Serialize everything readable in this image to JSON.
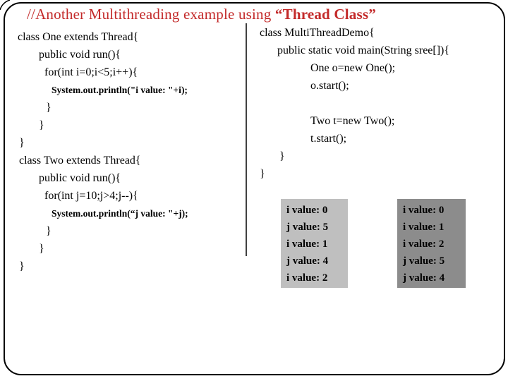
{
  "slide": {
    "title": {
      "prefix": "//Another Multithreading example using ",
      "emphasis": "“Thread Class”"
    },
    "accent_color": "#c32a2a",
    "border_color": "#000000"
  },
  "left_code": {
    "lines": [
      {
        "text": "class One extends Thread{",
        "indent": 0,
        "small": false
      },
      {
        "text": "public void run(){",
        "indent": 30,
        "small": false
      },
      {
        "text": "for(int i=0;i<5;i++){",
        "indent": 38,
        "small": false
      },
      {
        "text": "System.out.println(\"i value: \"+i);",
        "indent": 48,
        "small": true
      },
      {
        "text": "}",
        "indent": 40,
        "small": false
      },
      {
        "text": "}",
        "indent": 30,
        "small": false
      },
      {
        "text": "}",
        "indent": 2,
        "small": false
      },
      {
        "text": "class Two extends Thread{",
        "indent": 2,
        "small": false
      },
      {
        "text": "public void run(){",
        "indent": 30,
        "small": false
      },
      {
        "text": "for(int j=10;j>4;j--){",
        "indent": 38,
        "small": false
      },
      {
        "text": "System.out.println(“j value: \"+j);",
        "indent": 48,
        "small": true
      },
      {
        "text": "}",
        "indent": 40,
        "small": false
      },
      {
        "text": "}",
        "indent": 30,
        "small": false
      },
      {
        "text": "}",
        "indent": 2,
        "small": false
      }
    ]
  },
  "right_code": {
    "lines": [
      {
        "text": "class MultiThreadDemo{",
        "indent": 0,
        "small": false
      },
      {
        "text": "public static void main(String sree[]){",
        "indent": 25,
        "small": false
      },
      {
        "text": "One o=new One();",
        "indent": 72,
        "small": false
      },
      {
        "text": "o.start();",
        "indent": 72,
        "small": false
      },
      {
        "text": "",
        "indent": 0,
        "small": false
      },
      {
        "text": "Two t=new Two();",
        "indent": 72,
        "small": false
      },
      {
        "text": "t.start();",
        "indent": 72,
        "small": false
      },
      {
        "text": "}",
        "indent": 28,
        "small": false
      },
      {
        "text": "}",
        "indent": 0,
        "small": false
      }
    ]
  },
  "output_boxes": [
    {
      "name": "interleaved-output",
      "bg": "#bfbfbf",
      "lines": [
        "i value: 0",
        "j value: 5",
        "i value: 1",
        "j value: 4",
        "i value: 2"
      ]
    },
    {
      "name": "sequential-output",
      "bg": "#8c8c8c",
      "lines": [
        "i value: 0",
        "i value: 1",
        "i value: 2",
        "j value: 5",
        "j value: 4"
      ]
    }
  ]
}
